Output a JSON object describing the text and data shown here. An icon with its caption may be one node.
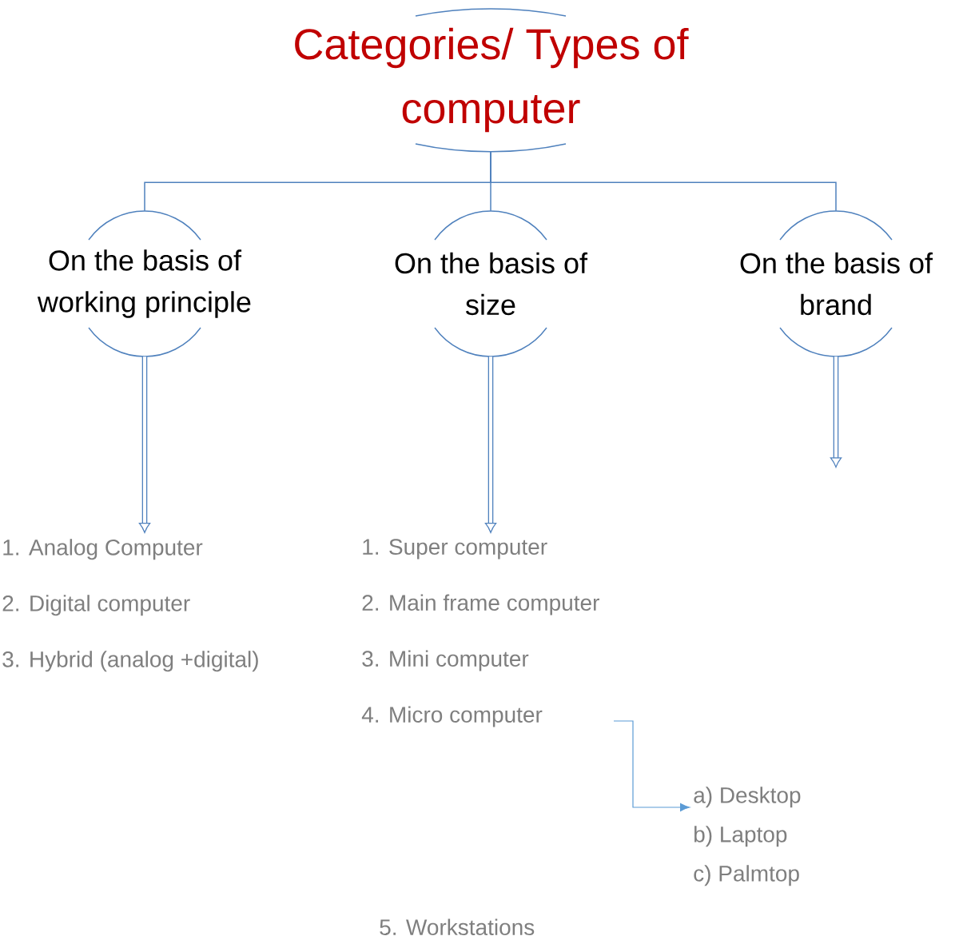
{
  "diagram": {
    "nodes": [
      {
        "text": [
          "Categories/ Types of computer"
        ]
      },
      {
        "text": [
          "On the basis of working principle"
        ]
      },
      {
        "text": [
          "On the basis of size"
        ]
      },
      {
        "text": [
          "On the basis of brand"
        ]
      },
      {
        "text": [
          "1. Analog Computer",
          "2. Digital computer",
          "3. Hybrid (analog +digital)"
        ]
      },
      {
        "text": [
          "1. Super computer",
          "2. Main frame computer",
          "3. Mini computer",
          "4. Micro computer",
          "5. Workstations"
        ]
      },
      {
        "text": [
          "a)  Desktop",
          "b)  Laptop",
          "c)  Palmtop"
        ]
      }
    ],
    "edges": [
      {
        "from": 0,
        "to": 1,
        "arrow": "none"
      },
      {
        "from": 0,
        "to": 2,
        "arrow": "none"
      },
      {
        "from": 0,
        "to": 3,
        "arrow": "none"
      },
      {
        "from": 1,
        "to": 4,
        "arrow": "to",
        "style": "thick"
      },
      {
        "from": 2,
        "to": 5,
        "arrow": "to",
        "style": "thick"
      },
      {
        "from": 3,
        "to": null,
        "arrow": "to",
        "style": "thick"
      },
      {
        "from": 5,
        "to": 6,
        "arrow": "to",
        "color": "#5b9bd5"
      }
    ]
  }
}
